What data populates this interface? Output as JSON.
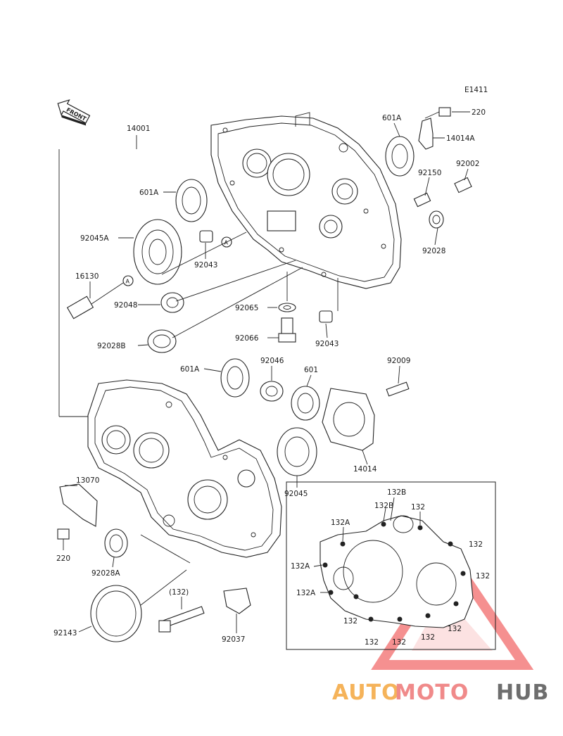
{
  "diagram_code": "E1411",
  "front_label": "FRONT",
  "ref_marker": "A",
  "parts": {
    "p14001": "14001",
    "p220_top": "220",
    "p14014A": "14014A",
    "p601A_top": "601A",
    "p92002": "92002",
    "p92150": "92150",
    "p601A_left": "601A",
    "p92045A": "92045A",
    "p92043_a": "92043",
    "p92028": "92028",
    "p16130": "16130",
    "p92048": "92048",
    "p92065": "92065",
    "p92066": "92066",
    "p92043_b": "92043",
    "p92028B": "92028B",
    "p601A_mid": "601A",
    "p92046": "92046",
    "p601": "601",
    "p92009": "92009",
    "p14014": "14014",
    "p13070": "13070",
    "p92045": "92045",
    "p220_bottom": "220",
    "p92028A": "92028A",
    "p132_paren": "(132)",
    "p92143": "92143",
    "p92037": "92037"
  },
  "inset": {
    "label_132B_top": "132B",
    "label_132B_inner": "132B",
    "label_132A_1": "132A",
    "label_132A_2": "132A",
    "label_132A_3": "132A",
    "label_132": "132"
  },
  "watermark": {
    "part1": "AUTO",
    "part2": "MOTO",
    "part3": "HUB",
    "colors": {
      "auto": "#f5b35a",
      "moto": "#f08a8a",
      "hub": "#6e6e6e",
      "triangle": "#f26b6b"
    }
  }
}
